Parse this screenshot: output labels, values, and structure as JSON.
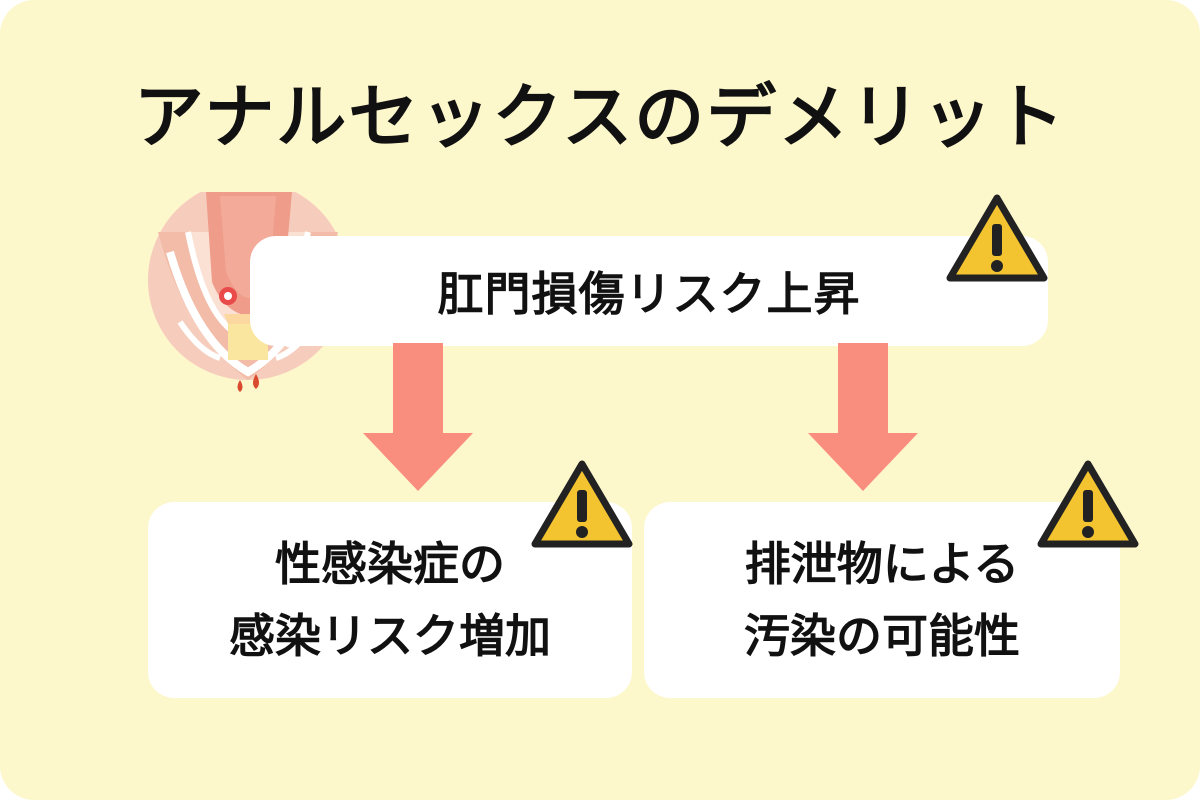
{
  "title": "アナルセックスのデメリット",
  "main_box": {
    "text": "肛門損傷リスク上昇"
  },
  "left_box": {
    "line1": "性感染症の",
    "line2": "感染リスク増加"
  },
  "right_box": {
    "line1": "排泄物による",
    "line2": "汚染の可能性"
  },
  "icons": {
    "warning": "warning-icon",
    "arrow": "arrow-down-icon",
    "illustration": "anus-injury-illustration"
  },
  "colors": {
    "background": "#fdf7cc",
    "box": "#ffffff",
    "arrow": "#f98e7f",
    "warning_fill": "#f4c430",
    "warning_stroke": "#222222"
  }
}
